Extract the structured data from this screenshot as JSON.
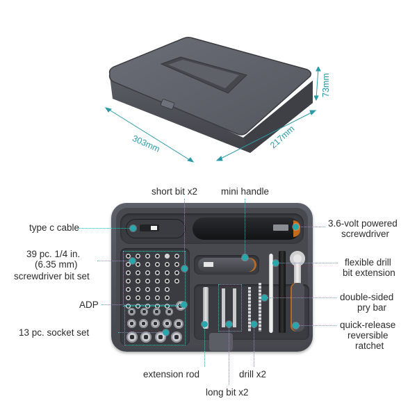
{
  "product": {
    "name": "screwdriver kit storage case",
    "case_color": "#4e5057",
    "accent_color": "#2a9aa6"
  },
  "dimensions": {
    "length": "303mm",
    "width": "217mm",
    "height": "73mm"
  },
  "callouts": {
    "short_bit": "short bit x2",
    "mini_handle": "mini handle",
    "type_c_cable": "type c cable",
    "powered_screwdriver_line1": "3.6-volt powered",
    "powered_screwdriver_line2": "screwdriver",
    "bit_set_line1": "39 pc.  1/4 in.",
    "bit_set_line2": "(6.35 mm)",
    "bit_set_line3": "screwdriver bit set",
    "flex_ext_line1": "flexible drill",
    "flex_ext_line2": "bit extension",
    "adp": "ADP",
    "pry_bar_line1": "double-sided",
    "pry_bar_line2": "pry bar",
    "socket_set": "13 pc. socket set",
    "ratchet_line1": "quick-release",
    "ratchet_line2": "reversible",
    "ratchet_line3": "ratchet",
    "extension_rod": "extension rod",
    "drill": "drill x2",
    "long_bit": "long bit x2"
  }
}
